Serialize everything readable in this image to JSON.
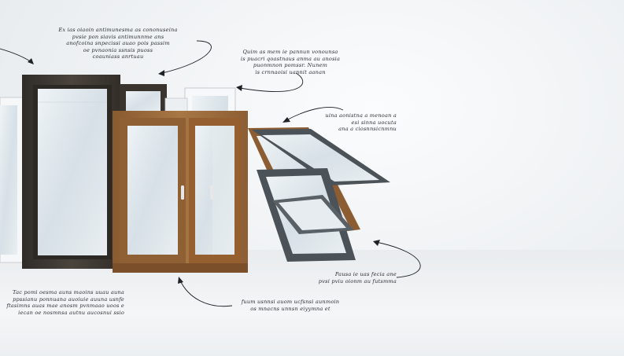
{
  "annotations": [
    {
      "id": "note-top-left",
      "lines": [
        "Ex ias oiaoin antimunesma as cononuseina",
        "pvsie pon siavis antimunnme ans",
        "anofcoina snpecissi auao pois passim",
        "oe pvnaonia ssnsis puoss",
        "coauniass anrtuau"
      ]
    },
    {
      "id": "note-top-middle",
      "lines": [
        "Quim as mem ie pannun vonounsa",
        "is puacri qoastnaus anma au anosia",
        "puonmnon pomssr. Nunem",
        "is crnnaoisi uannit aanan"
      ]
    },
    {
      "id": "note-middle-right",
      "lines": [
        "uina aonistna a menoan a",
        "esi sinna uocuta",
        "ana a ciosnnsicnmnu"
      ]
    },
    {
      "id": "note-lower-right",
      "lines": [
        "Pausa ie uas fecia ane",
        "pvsi pviu oionm au futsmma"
      ]
    },
    {
      "id": "note-bottom-left",
      "lines": [
        "Tac pomi oesma auns maoins uuau auna",
        "ppssianu ponnuana auoiuie auuna usnfe",
        "ftasimns auas mae anosm pvnmaao uoos e",
        "iecan oe nosmnsa autnu aucosnui ssio"
      ]
    },
    {
      "id": "note-bottom-center",
      "lines": [
        "fuum usnnsi auom ucfsnsi aunmoin",
        "os mnacns unnsn eiyymna et"
      ]
    }
  ],
  "colors": {
    "dark_frame": "#3d3832",
    "oak_frame": "#9a6a3c",
    "white_frame": "#f5f6f7",
    "anthracite_frame": "#4b5258",
    "glass": "#dfe7ec"
  }
}
